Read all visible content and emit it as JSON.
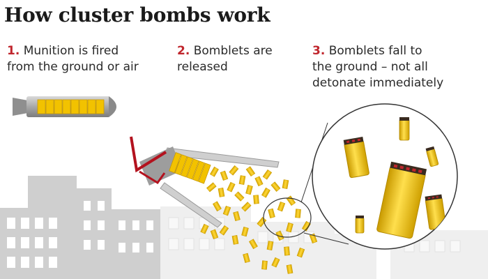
{
  "title": "How cluster bombs work",
  "steps": [
    {
      "number": "1.",
      "line1": "Munition is fired",
      "line2": "from the ground or air",
      "line3": ""
    },
    {
      "number": "2.",
      "line1": "Bomblets are",
      "line2": "released",
      "line3": ""
    },
    {
      "number": "3.",
      "line1": "Bomblets fall to",
      "line2": "the ground – not all",
      "line3": "detonate immediately"
    }
  ],
  "colors": {
    "accent": "#c0262d",
    "bomblet": "#f2c200",
    "casing": "#9a9a9a",
    "building": "#c9c9c9"
  }
}
